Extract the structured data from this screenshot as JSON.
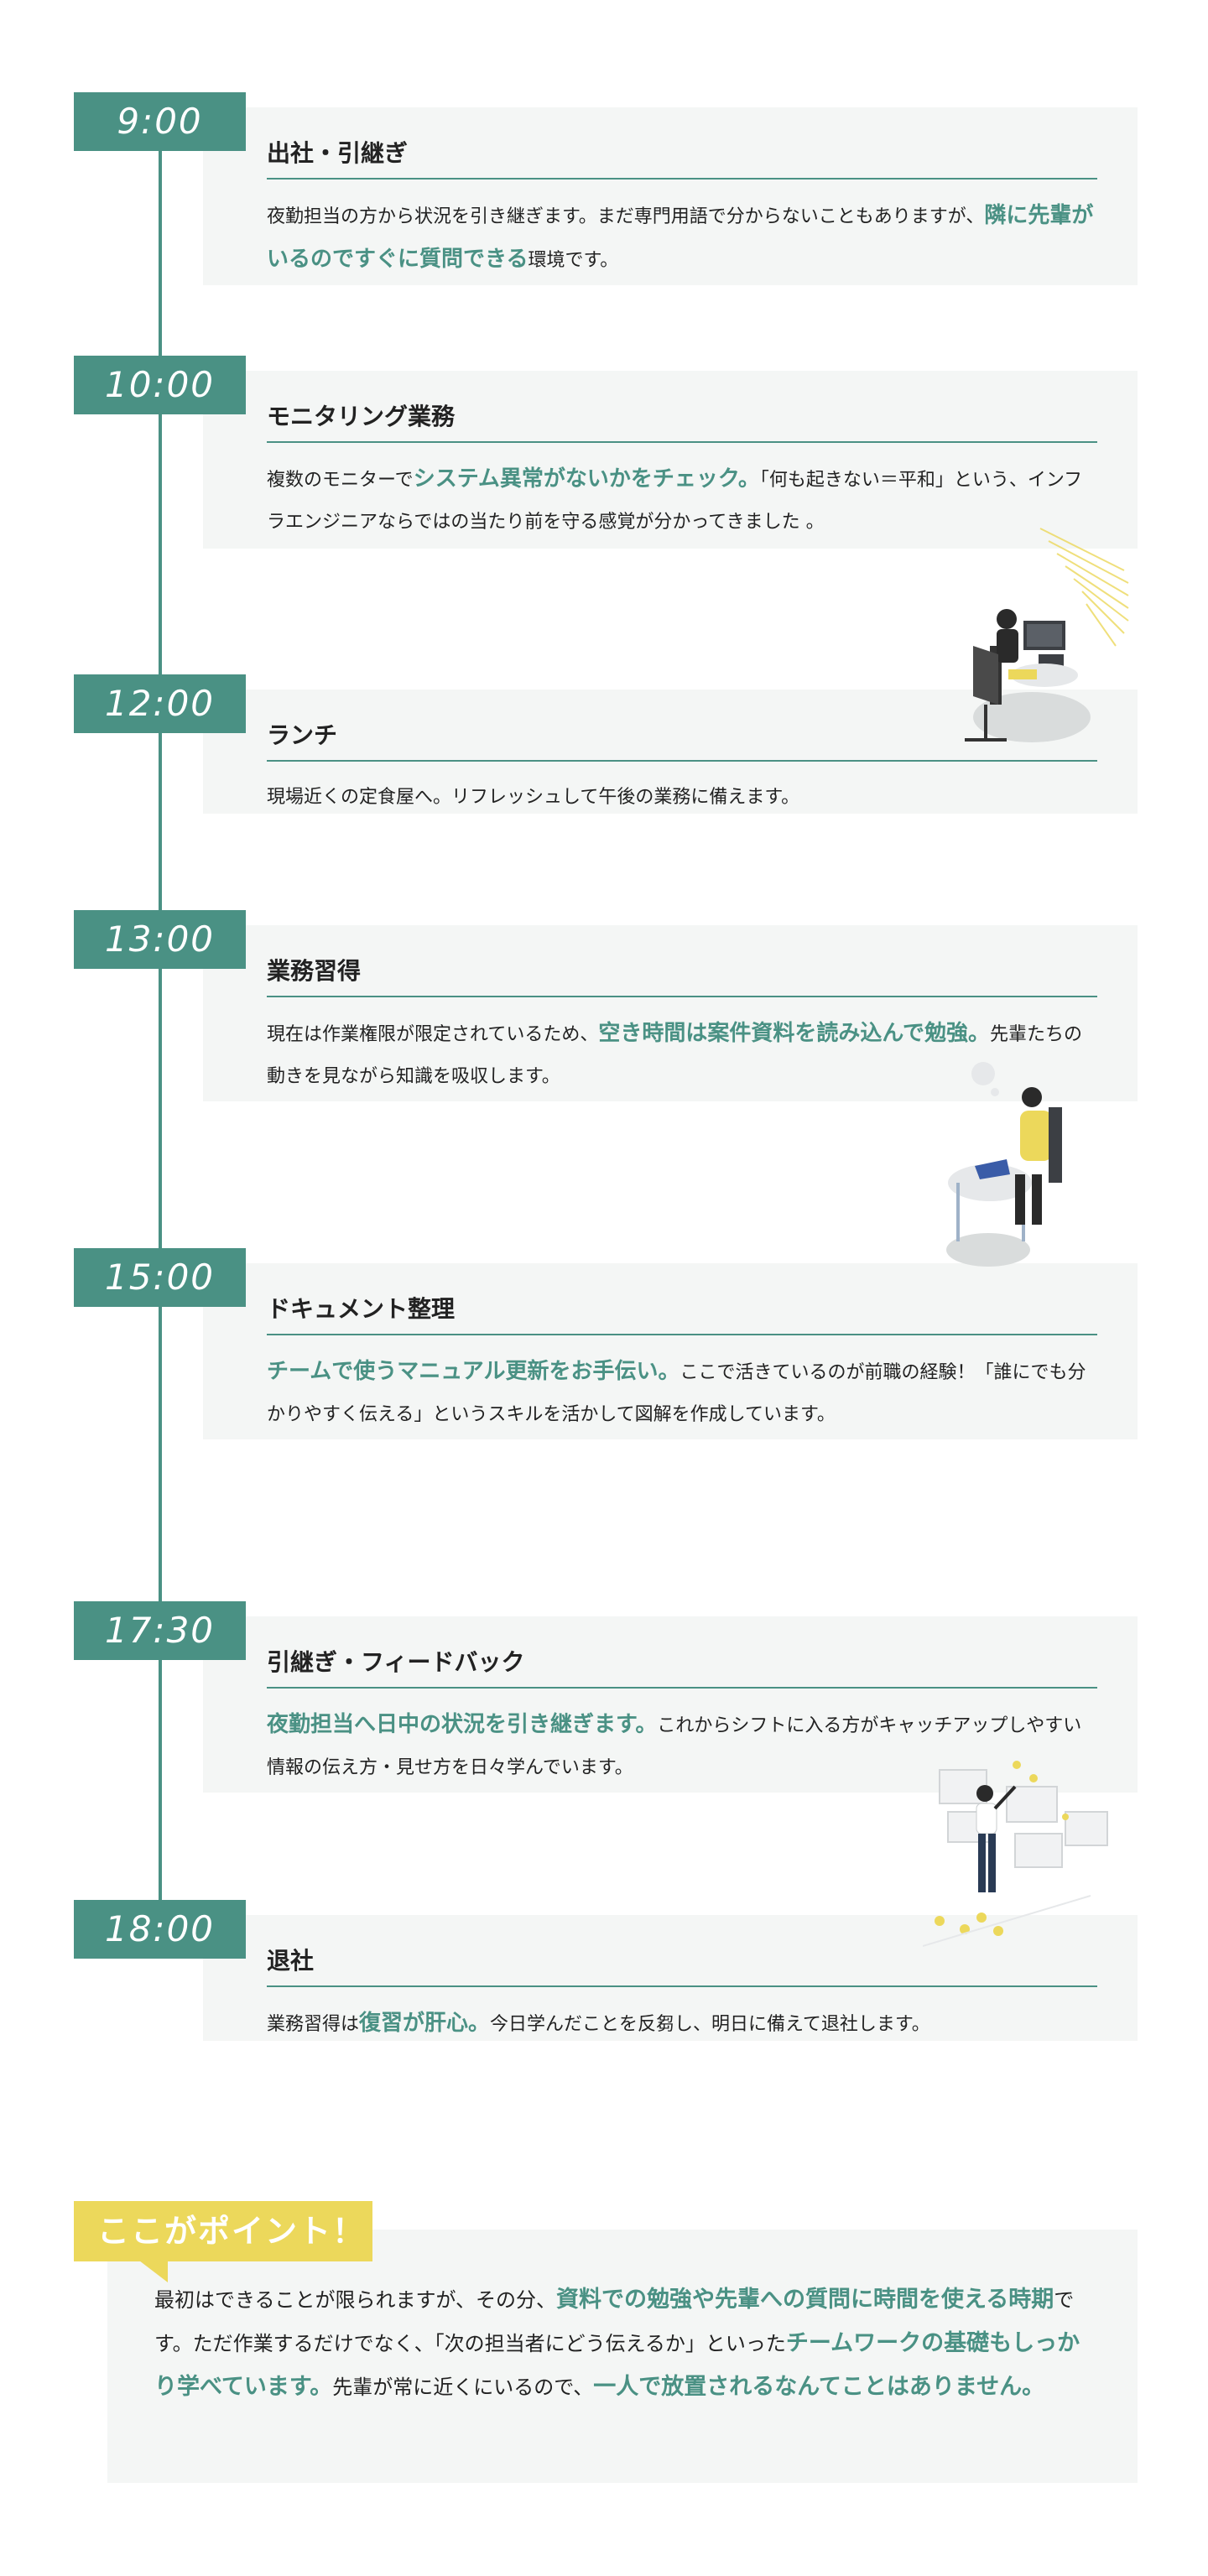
{
  "timeline": [
    {
      "time": "9:00",
      "title": "出社・引継ぎ",
      "body": [
        {
          "t": "夜勤担当の方から状況を引き継ぎます。まだ専門用語で分からないこともありますが、"
        },
        {
          "t": "隣に先輩がいるのですぐに質問できる",
          "hl": true
        },
        {
          "t": "環境です。"
        }
      ]
    },
    {
      "time": "10:00",
      "title": "モニタリング業務",
      "body": [
        {
          "t": "複数のモニターで"
        },
        {
          "t": "システム異常がないかをチェック。",
          "hl": true
        },
        {
          "t": "「何も起きない＝平和」という、インフラエンジニアならではの当たり前を守る感覚が分かってきました 。"
        }
      ]
    },
    {
      "time": "12:00",
      "title": "ランチ",
      "body": [
        {
          "t": "現場近くの定食屋へ。リフレッシュして午後の業務に備えます。"
        }
      ]
    },
    {
      "time": "13:00",
      "title": "業務習得",
      "body": [
        {
          "t": "現在は作業権限が限定されているため、"
        },
        {
          "t": "空き時間は案件資料を読み込んで勉強。",
          "hl": true
        },
        {
          "t": "先輩たちの動きを見ながら知識を吸収します。"
        }
      ]
    },
    {
      "time": "15:00",
      "title": "ドキュメント整理",
      "body": [
        {
          "t": "チームで使うマニュアル更新をお手伝い。",
          "hl": true
        },
        {
          "t": "ここで活きているのが前職の経験！「誰にでも分かりやすく伝える」というスキルを活かして図解を作成しています。"
        }
      ]
    },
    {
      "time": "17:30",
      "title": "引継ぎ・フィードバック",
      "body": [
        {
          "t": "夜勤担当へ日中の状況を引き継ぎます。",
          "hl": true
        },
        {
          "t": "これからシフトに入る方がキャッチアップしやすい情報の伝え方・見せ方を日々学んでいます。"
        }
      ]
    },
    {
      "time": "18:00",
      "title": "退社",
      "body": [
        {
          "t": "業務習得は"
        },
        {
          "t": "復習が肝心。",
          "hl": true
        },
        {
          "t": "今日学んだことを反芻し、明日に備えて退社します。"
        }
      ]
    }
  ],
  "point": {
    "badge": "ここがポイント！",
    "body": [
      {
        "t": "最初はできることが限られますが、その分、"
      },
      {
        "t": "資料での勉強や先輩への質問に時間を使える時期",
        "hl": true
      },
      {
        "t": "です。ただ作業するだけでなく、「次の担当者にどう伝えるか」といった"
      },
      {
        "t": "チームワークの基礎もしっかり学べています。",
        "hl": true
      },
      {
        "t": "先輩が常に近くにいるので、"
      },
      {
        "t": "一人で放置されるなんてことはありません。",
        "hl": true
      }
    ]
  },
  "colors": {
    "accent": "#4a9184",
    "card_bg": "#f4f6f5",
    "badge_yellow": "#ecd85b"
  },
  "illustrations": [
    "desk-worker-monitors",
    "thinking-laptop-worker",
    "presentation-board-worker"
  ]
}
